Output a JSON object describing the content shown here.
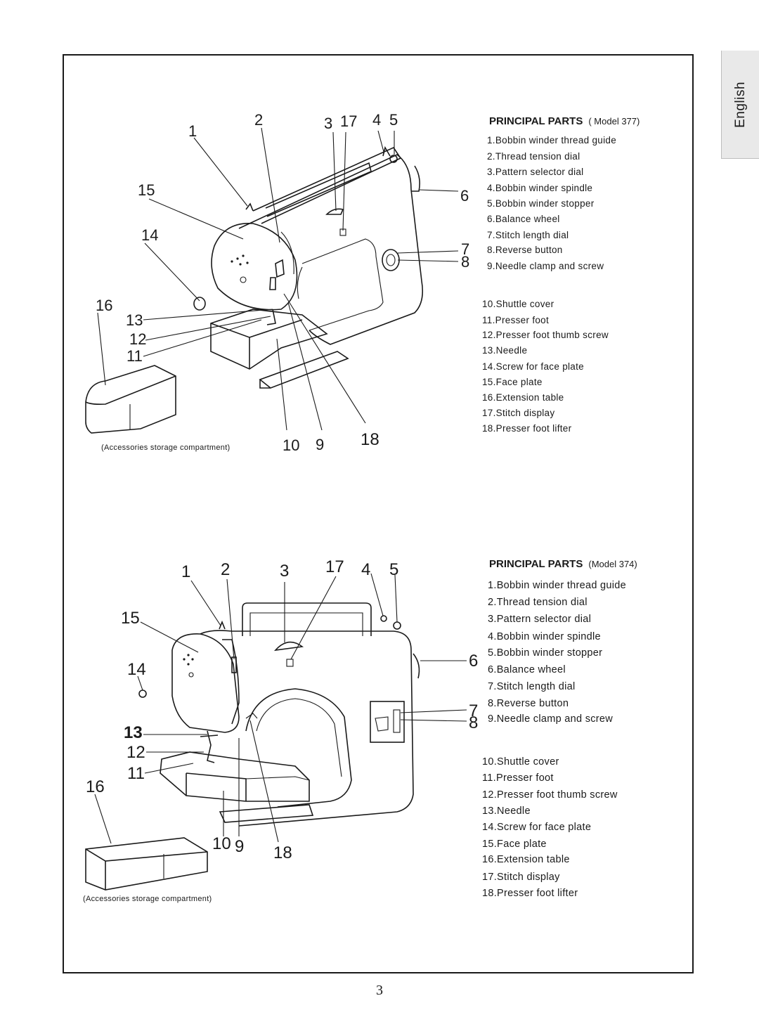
{
  "language_tab": "English",
  "page_number": "3",
  "sections": [
    {
      "title": "PRINCIPAL PARTS",
      "model": "( Model  377)",
      "caption": "(Accessories storage compartment)",
      "parts": [
        "1.Bobbin winder thread guide",
        "2.Thread tension dial",
        "3.Pattern selector dial",
        "4.Bobbin winder spindle",
        "5.Bobbin winder stopper",
        "6.Balance wheel",
        "7.Stitch length dial",
        "8.Reverse button",
        "9.Needle clamp and screw",
        "10.Shuttle cover",
        "11.Presser foot",
        "12.Presser foot thumb screw",
        "13.Needle",
        "14.Screw for face plate",
        "15.Face plate",
        "16.Extension table",
        "17.Stitch display",
        "18.Presser foot lifter"
      ],
      "callouts": [
        "1",
        "2",
        "3",
        "17",
        "4",
        "5",
        "15",
        "6",
        "14",
        "7",
        "8",
        "16",
        "13",
        "12",
        "11",
        "10",
        "9",
        "18"
      ]
    },
    {
      "title": "PRINCIPAL PARTS",
      "model": "(Model 374)",
      "caption": "(Accessories storage compartment)",
      "parts": [
        "1.Bobbin winder thread guide",
        "2.Thread tension dial",
        "3.Pattern selector dial",
        "4.Bobbin winder spindle",
        "5.Bobbin winder stopper",
        "6.Balance wheel",
        "7.Stitch length dial",
        "8.Reverse button",
        "9.Needle clamp and screw",
        "10.Shuttle cover",
        "11.Presser foot",
        "12.Presser foot thumb screw",
        "13.Needle",
        "14.Screw for face plate",
        "15.Face plate",
        "16.Extension table",
        "17.Stitch display",
        "18.Presser foot lifter"
      ],
      "callouts": [
        "1",
        "2",
        "3",
        "17",
        "4",
        "5",
        "15",
        "6",
        "14",
        "7",
        "8",
        "13",
        "12",
        "11",
        "16",
        "10",
        "9",
        "18"
      ]
    }
  ]
}
